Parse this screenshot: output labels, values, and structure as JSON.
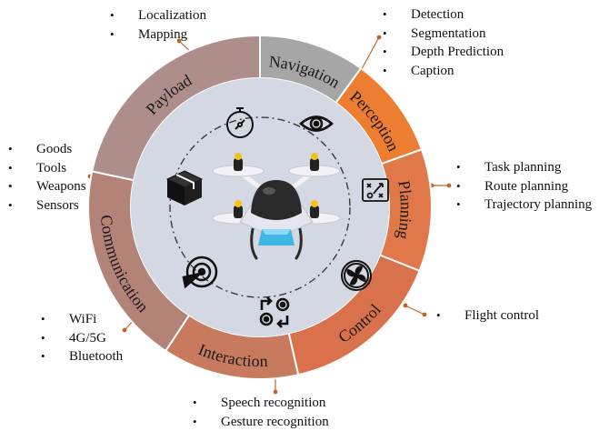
{
  "segments": [
    {
      "id": "navigation",
      "label": "Navigation",
      "color": "#a6a6a6",
      "icon": "compass-icon",
      "items": [
        "Localization",
        "Mapping"
      ]
    },
    {
      "id": "perception",
      "label": "Perception",
      "color": "#ed7d31",
      "icon": "eye-icon",
      "items": [
        "Detection",
        "Segmentation",
        "Depth Prediction",
        "Caption"
      ]
    },
    {
      "id": "planning",
      "label": "Planning",
      "color": "#e0784a",
      "icon": "strategy-board-icon",
      "items": [
        "Task planning",
        "Route planning",
        "Trajectory planning"
      ]
    },
    {
      "id": "control",
      "label": "Control",
      "color": "#d9714c",
      "icon": "propeller-icon",
      "items": [
        "Flight control"
      ]
    },
    {
      "id": "interaction",
      "label": "Interaction",
      "color": "#c77a5e",
      "icon": "exchange-icon",
      "items": [
        "Speech recognition",
        "Gesture recognition"
      ]
    },
    {
      "id": "communication",
      "label": "Communication",
      "color": "#b48378",
      "icon": "signal-target-icon",
      "items": [
        "WiFi",
        "4G/5G",
        "Bluetooth"
      ]
    },
    {
      "id": "payload",
      "label": "Payload",
      "color": "#ad8e8a",
      "icon": "box-icon",
      "items": [
        "Goods",
        "Tools",
        "Weapons",
        "Sensors"
      ]
    }
  ],
  "colors": {
    "inner_disc": "#d4d8e2",
    "connector": "#c0632a",
    "drone_body": "#2b2b2b",
    "drone_frame": "#ebebf3",
    "drone_payload": "#3fb6e6"
  }
}
